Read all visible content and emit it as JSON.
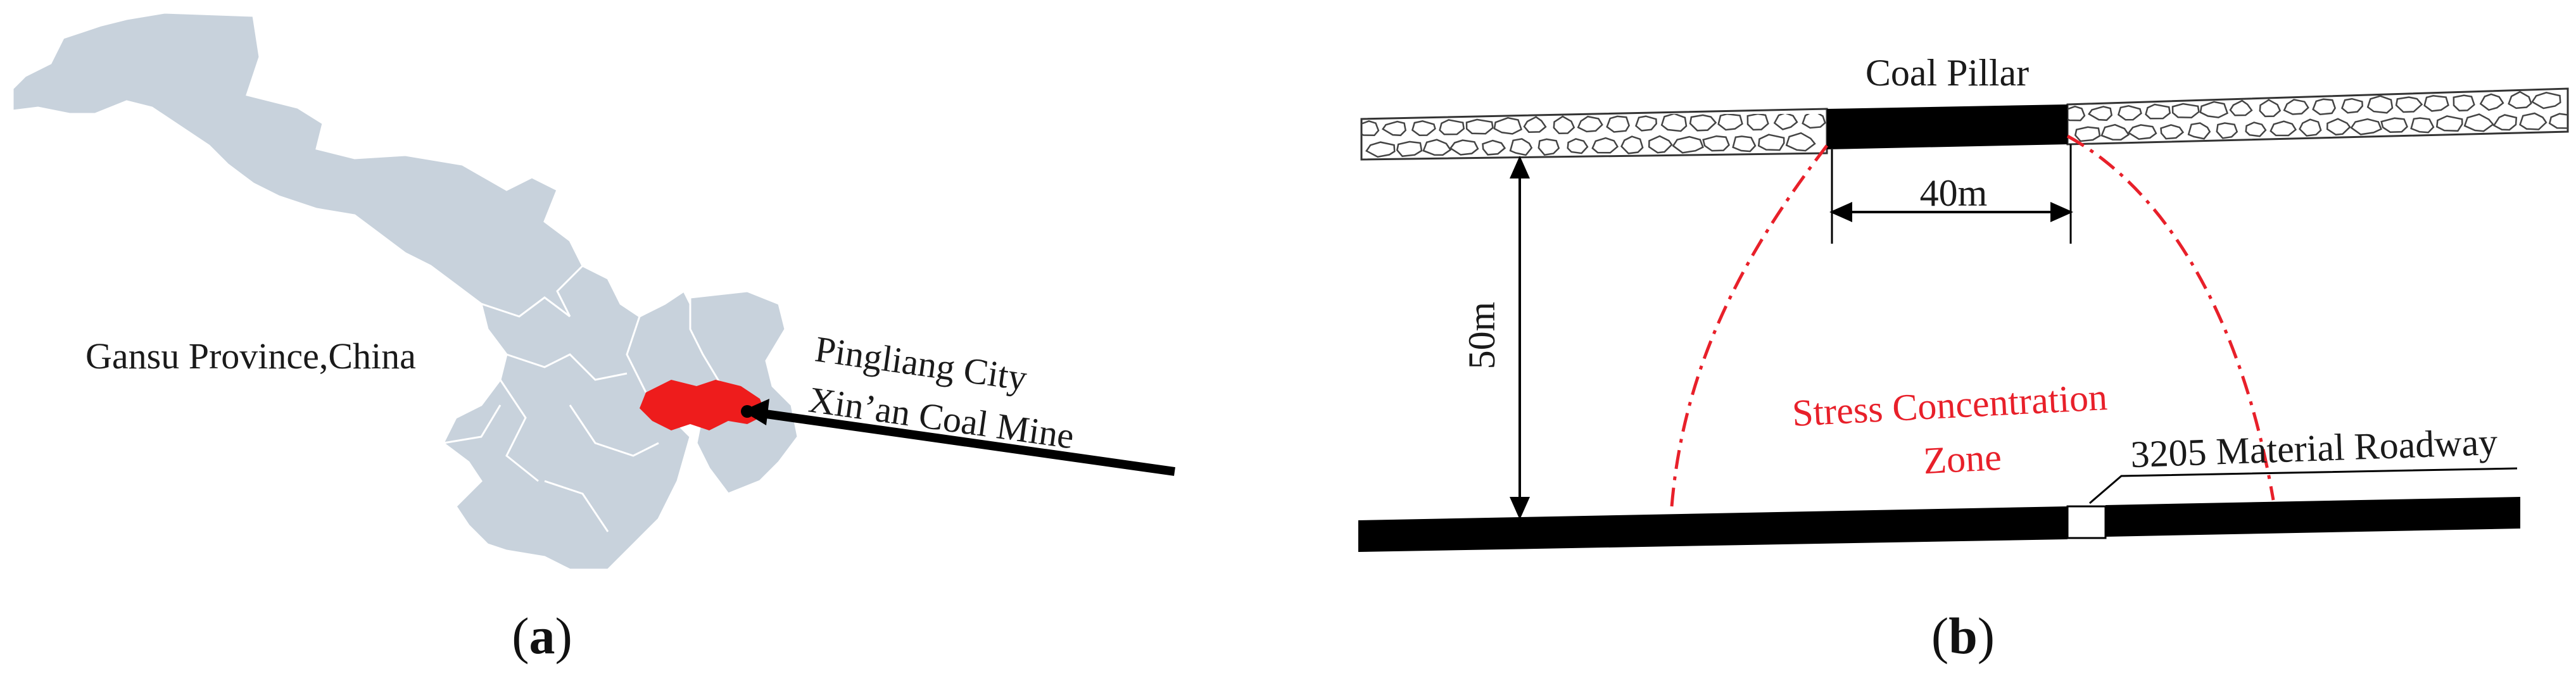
{
  "panel_a": {
    "label_open": "(",
    "label_letter": "a",
    "label_close": ")",
    "province_label": "Gansu Province,China",
    "city_label": "Pingliang City",
    "mine_label": "Xin’an Coal Mine",
    "colors": {
      "province_fill": "#c8d2dc",
      "province_border": "#ffffff",
      "highlight": "#ee1c1c",
      "arrow": "#000000"
    }
  },
  "panel_b": {
    "label_open": "(",
    "label_letter": "b",
    "label_close": ")",
    "pillar_label": "Coal Pillar",
    "pillar_width": "40m",
    "height_label": "50m",
    "zone_line1": "Stress Concentration",
    "zone_line2": "Zone",
    "roadway_label": "3205 Material Roadway",
    "colors": {
      "seam": "#000000",
      "zone_outline": "#e8202a",
      "zone_text": "#e8202a"
    }
  }
}
